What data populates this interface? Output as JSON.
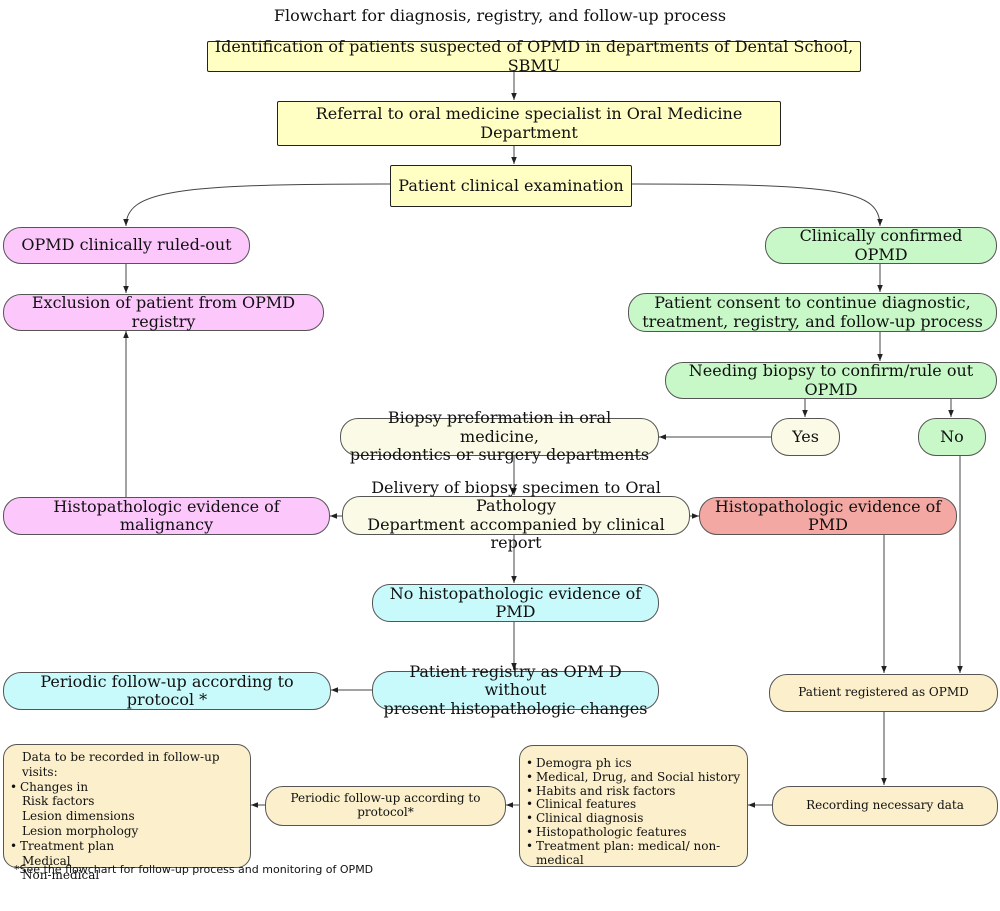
{
  "title": "Flowchart for diagnosis, registry, and follow-up process",
  "nodes": {
    "identification": "Identification of patients suspected of OPMD in departments of Dental School, SBMU",
    "referral": "Referral to oral medicine specialist in Oral Medicine Department",
    "examination": "Patient clinical examination",
    "ruled_out": "OPMD clinically ruled-out",
    "confirmed": "Clinically confirmed OPMD",
    "exclusion": "Exclusion of patient from OPMD registry",
    "consent_line1": "Patient consent to continue diagnostic,",
    "consent_line2": "treatment, registry, and follow-up process",
    "needing_biopsy": "Needing biopsy to confirm/rule out OPMD",
    "biopsy_line1": "Biopsy preformation in oral medicine,",
    "biopsy_line2": "periodontics or surgery departments",
    "yes": "Yes",
    "no": "No",
    "malignancy": "Histopathologic evidence of malignancy",
    "delivery_line1": "Delivery of biopsy specimen to Oral Pathology",
    "delivery_line2": "Department accompanied by clinical report",
    "evidence_pmd": "Histopathologic evidence  of PMD",
    "no_evidence": "No histopathologic evidence of PMD",
    "periodic_top": "Periodic follow-up according to protocol *",
    "registry_line1": "Patient registry as OPM D without",
    "registry_line2": "present histopathologic changes",
    "registered": "Patient registered as OPMD",
    "recording": "Recording necessary data",
    "periodic_bottom": "Periodic follow-up according to protocol*"
  },
  "data_list": {
    "items": [
      "Demogra ph ics",
      "Medical, Drug, and Social history",
      "Habits and risk factors",
      "Clinical features",
      "Clinical diagnosis",
      "Histopathologic features",
      "Treatment plan: medical/ non-medical"
    ]
  },
  "followup_list": {
    "header": "Data to be recorded in follow-up visits:",
    "changes": "Changes in",
    "risk": "Risk factors",
    "dimensions": "Lesion dimensions",
    "morphology": "Lesion morphology",
    "treatment": "Treatment plan",
    "medical": "Medical",
    "nonmedical": "Non-medical"
  },
  "footnote": "*See the flowchart for follow-up process and monitoring of OPMD",
  "colors": {
    "yellow": "#ffffc4",
    "pink": "#fcc8fc",
    "green": "#c8f8c8",
    "light_yellow": "#fafae6",
    "cyan": "#c8fafc",
    "salmon": "#f4a8a4",
    "beige": "#fbefcc"
  }
}
